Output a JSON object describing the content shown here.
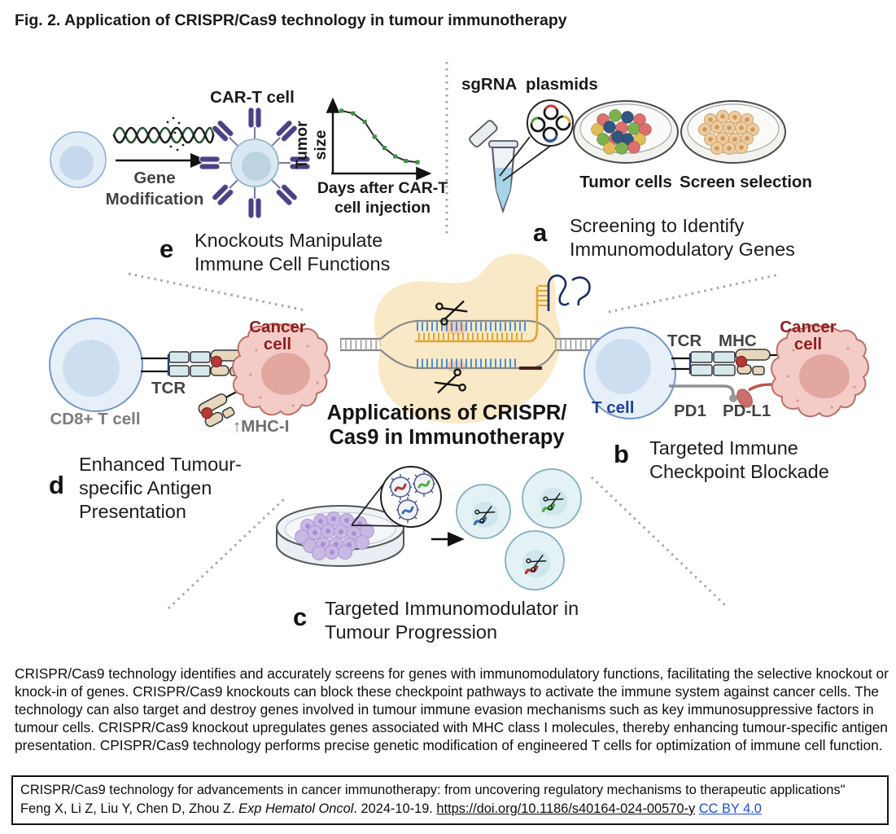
{
  "figure_title": "Fig. 2. Application of CRISPR/Cas9 technology in tumour immunotherapy",
  "center": {
    "title_line1": "Applications of CRISPR/",
    "title_line2": "Cas9 in Immunotherapy"
  },
  "sections": {
    "a": {
      "letter": "a",
      "caption": "Screening to Identify Immunomodulatory Genes",
      "labels": {
        "sgrna_plasmids": "sgRNA  plasmids",
        "tumor_cells": "Tumor cells",
        "screen_selection": "Screen selection"
      }
    },
    "b": {
      "letter": "b",
      "caption": "Targeted Immune Checkpoint Blockade",
      "labels": {
        "tcr": "TCR",
        "mhc": "MHC",
        "t_cell": "T cell",
        "pd1": "PD1",
        "pdl1": "PD-L1",
        "cancer_cell": "Cancer cell"
      }
    },
    "c": {
      "letter": "c",
      "caption": "Targeted Immunomodulator in Tumour Progression"
    },
    "d": {
      "letter": "d",
      "caption": "Enhanced Tumour-specific Antigen Presentation",
      "labels": {
        "cd8_t_cell": "CD8+ T cell",
        "tcr": "TCR",
        "mhc_i": "↑MHC-I",
        "cancer_cell": "Cancer cell"
      }
    },
    "e": {
      "letter": "e",
      "caption": "Knockouts Manipulate Immune Cell Functions",
      "labels": {
        "car_t_cell": "CAR-T cell",
        "gene_modification": "Gene Modification",
        "tumor_size": "Tumor size",
        "days_after": "Days after CAR-T cell injection"
      },
      "chart": {
        "type": "line",
        "ylabel": "Tumor size",
        "xlabel": "Days after CAR-T cell injection",
        "points": [
          [
            0.06,
            0.9
          ],
          [
            0.19,
            0.86
          ],
          [
            0.32,
            0.73
          ],
          [
            0.43,
            0.5
          ],
          [
            0.54,
            0.33
          ],
          [
            0.66,
            0.2
          ],
          [
            0.78,
            0.13
          ],
          [
            0.91,
            0.11
          ]
        ],
        "line_color": "#2b2b2b",
        "marker_color": "#3f8f3f"
      }
    }
  },
  "caption_text": "CRISPR/Cas9 technology identifies and accurately screens for genes with immunomodulatory functions, facilitating the selective knockout or knock-in of genes. CRISPR/Cas9 knockouts can block these checkpoint pathways to activate the immune system against cancer cells. The technology can also target and destroy genes involved in tumour immune evasion mechanisms such as key immunosuppressive factors in tumour cells. CRISPR/Cas9 knockout upregulates genes associated with MHC class I molecules, thereby enhancing tumour-specific antigen presentation. CPISPR/Cas9 technology performs precise genetic modification of engineered T cells for optimization of immune cell function.",
  "citation": {
    "title": "CRISPR/Cas9 technology for advancements in cancer immunotherapy: from uncovering regulatory mechanisms to therapeutic applications\"",
    "authors": "Feng X, Li Z, Liu Y, Chen D, Zhou Z. ",
    "journal": "Exp Hematol Oncol",
    "after_journal": ". 2024-10-19. ",
    "doi": "https://doi.org/10.1186/s40164-024-00570-y",
    "license": "CC BY 4.0"
  },
  "colors": {
    "cancer_label": "#8e1f1f",
    "t_cell_label": "#21409a",
    "link_blue": "#1a4fd6",
    "cas9_blob": "#f9e9c6",
    "sgrna_yellow": "#e2a42e",
    "guide_blue": "#4a8fd4",
    "receptor_purple": "#4a4187"
  }
}
